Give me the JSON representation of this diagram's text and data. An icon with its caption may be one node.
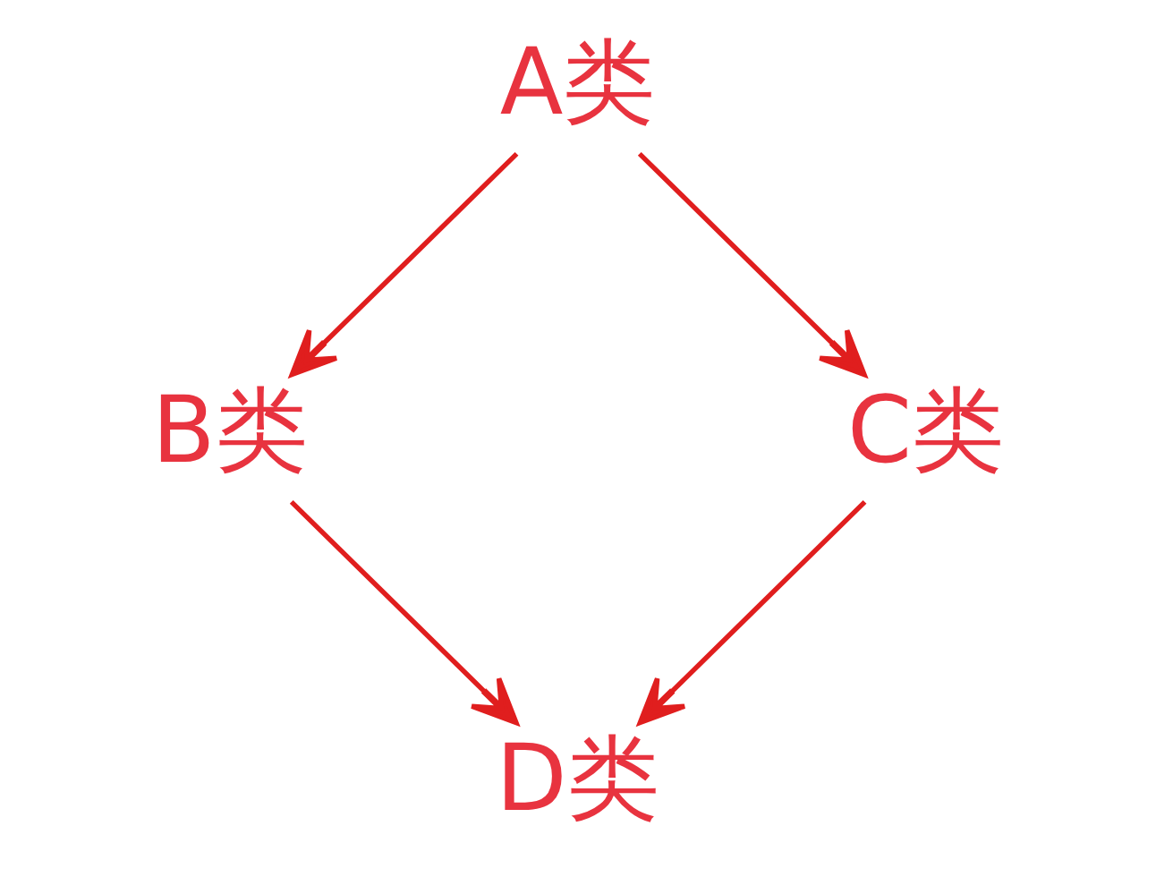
{
  "diagram": {
    "nodes": [
      {
        "text": [
          "A类"
        ]
      },
      {
        "text": [
          "B类"
        ]
      },
      {
        "text": [
          "C类"
        ]
      },
      {
        "text": [
          "D类"
        ]
      }
    ],
    "edges": [
      {
        "from": 0,
        "to": 1,
        "arrow": "to"
      },
      {
        "from": 0,
        "to": 2,
        "arrow": "to"
      },
      {
        "from": 1,
        "to": 3,
        "arrow": "to"
      },
      {
        "from": 2,
        "to": 3,
        "arrow": "to"
      }
    ]
  }
}
